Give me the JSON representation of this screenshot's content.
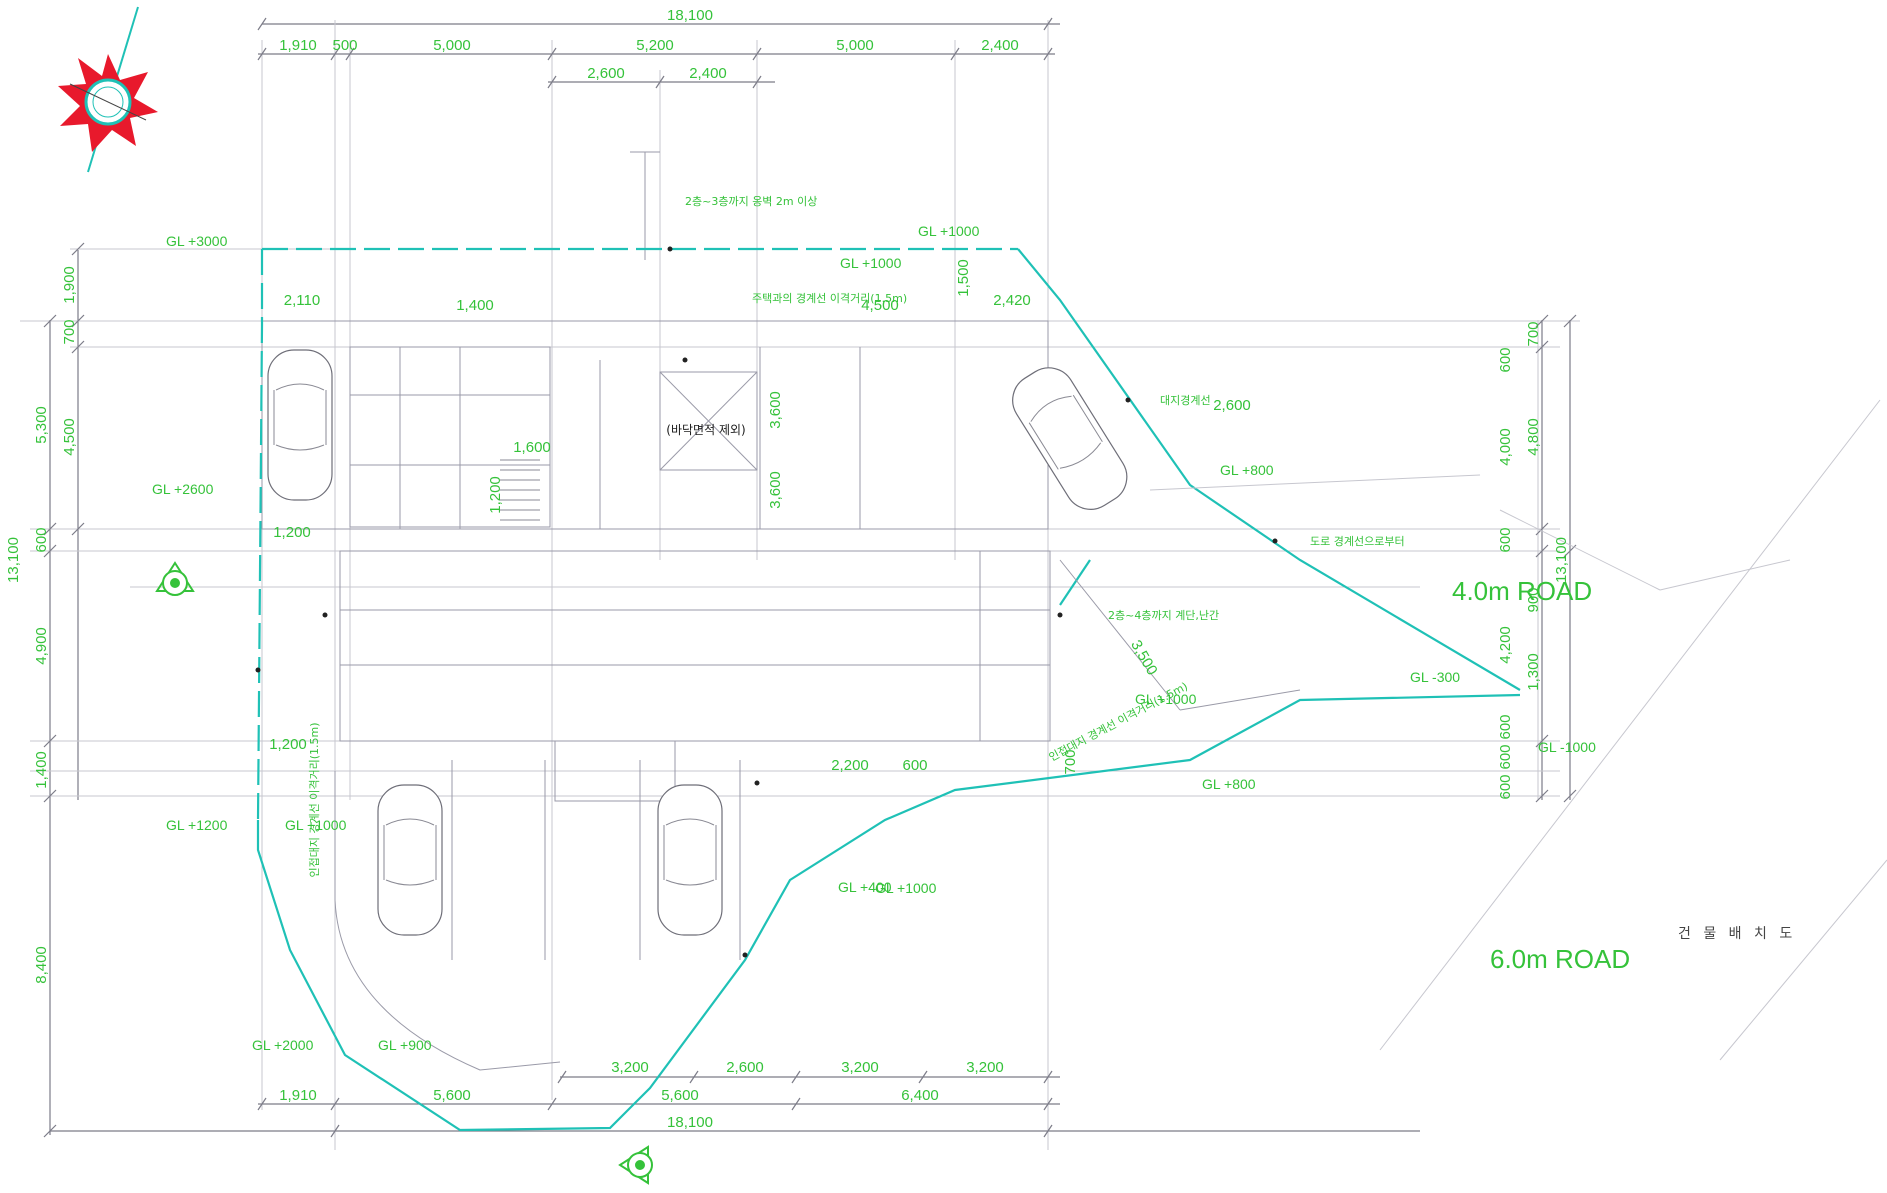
{
  "colors": {
    "dimension_text": "#35c23a",
    "boundary": "#1fc1b6",
    "compass_red": "#e8192c",
    "line": "#9a9aa8"
  },
  "icons": {
    "compass": "north-compass-rose-icon",
    "section_marker": "section-marker-icon",
    "car": "parked-car-icon"
  },
  "top_dims": {
    "total": "18,100",
    "row1": [
      "1,910",
      "500",
      "5,000",
      "5,200",
      "5,000",
      "2,400"
    ],
    "row2": [
      "2,600",
      "2,400"
    ]
  },
  "bottom_dims": {
    "row1": [
      "3,200",
      "2,600",
      "3,200",
      "3,200"
    ],
    "row2": [
      "1,910",
      "5,600",
      "5,600",
      "6,400"
    ],
    "total": "18,100"
  },
  "left_dims": [
    "13,100",
    "1,900",
    "700",
    "5,300",
    "4,500",
    "600",
    "4,900",
    "1,400",
    "8,400"
  ],
  "right_dims": [
    "700",
    "600",
    "4,800",
    "4,000",
    "600",
    "13,100",
    "4,200",
    "600",
    "1,300",
    "600",
    "600",
    "900"
  ],
  "inner_dims": [
    "2,110",
    "2,420",
    "1,200",
    "1,600",
    "1,200",
    "2,200",
    "3,600",
    "1,200",
    "1,500",
    "3,600",
    "3,500",
    "2,600",
    "4,500",
    "1,400",
    "600",
    "700"
  ],
  "gl_labels": [
    "GL +3000",
    "GL +1000",
    "GL +1000",
    "GL +2600",
    "GL +800",
    "GL -300",
    "GL +1000",
    "GL +1000",
    "GL +800",
    "GL -1000",
    "GL +1200",
    "GL +1000",
    "GL +400",
    "GL +2000",
    "GL +900"
  ],
  "notes": {
    "setback_east": "주택과의 경계선 이격거리(1.5m)",
    "setback_west": "인접대지 경계선 이격거리(1.5m)",
    "setback_south": "인접대지 경계선 이격거리(1.5m)",
    "retaining_wall_1": "2층~3층까지 옹벽 2m 이상",
    "retaining_wall_2": "2층~4층까지 계단,난간",
    "site_boundary": "대지경계선",
    "floor_area_excluded": "(바닥면적 제외)",
    "parking_note": "도로 경계선으로부터"
  },
  "roads": {
    "east": "4.0m ROAD",
    "south": "6.0m ROAD"
  },
  "drawing_title": "건 물 배 치 도"
}
